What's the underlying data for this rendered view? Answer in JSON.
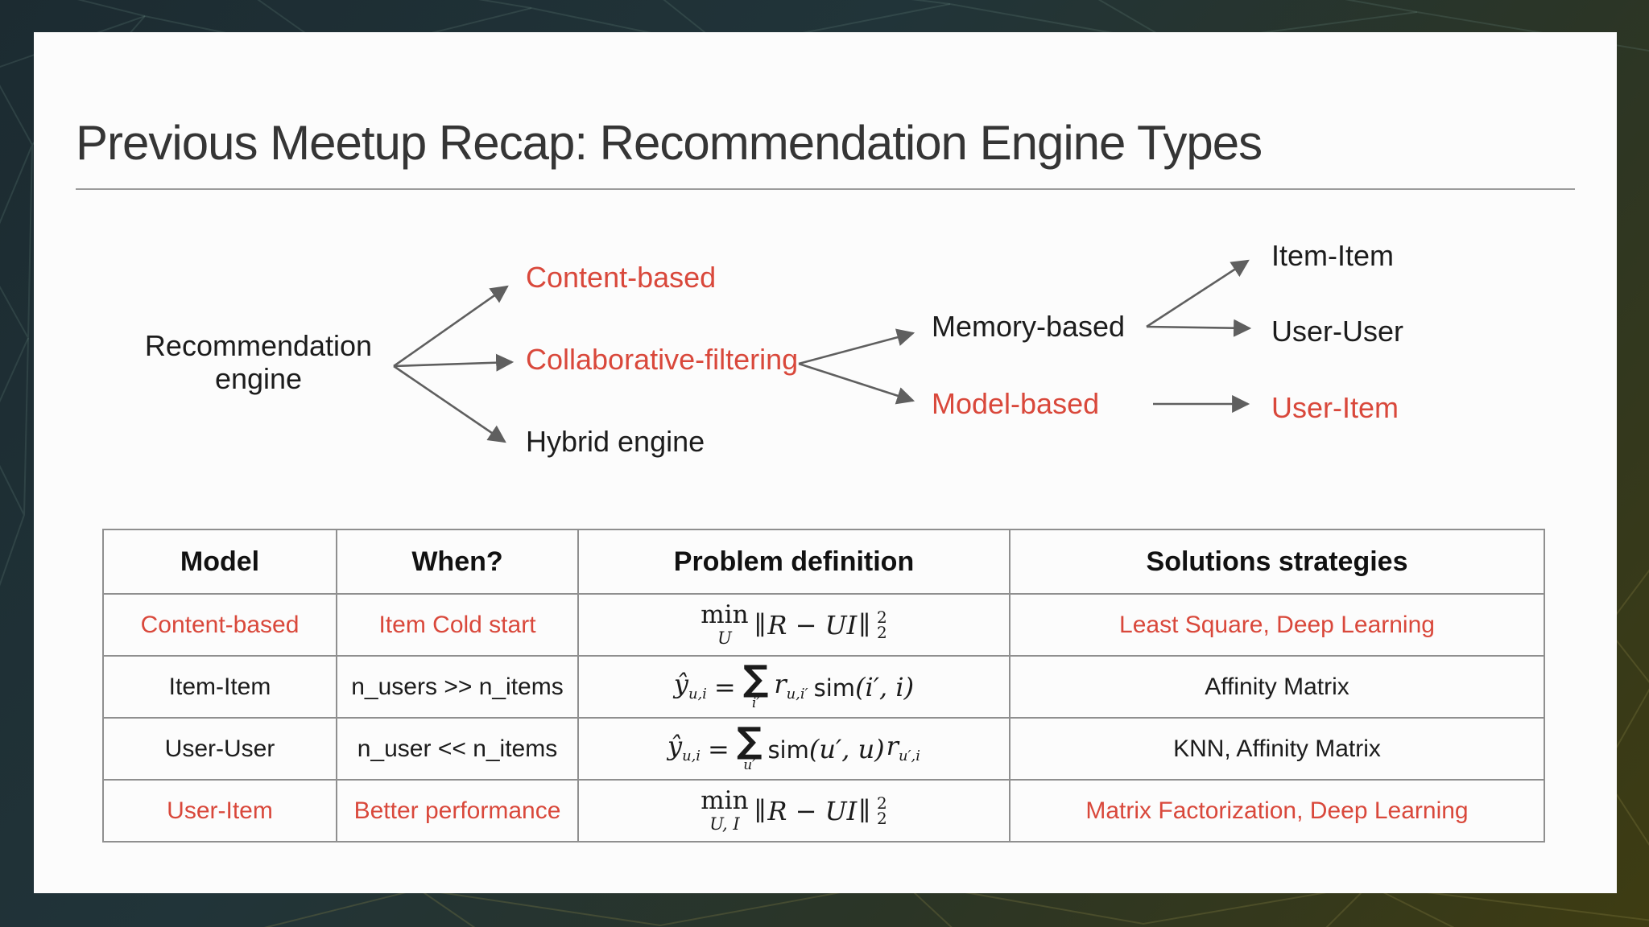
{
  "slide": {
    "title": "Previous Meetup Recap: Recommendation Engine Types"
  },
  "colors": {
    "accent_red": "#d9483b",
    "text_dark": "#1c1c1c",
    "arrow_gray": "#5f5f5f",
    "slide_background": "#fcfcfc",
    "backdrop_teal": "#1c2b31",
    "backdrop_olive": "#3e3c12",
    "table_border": "#8f8f8f"
  },
  "diagram": {
    "root": {
      "line1": "Recommendation",
      "line2": "engine"
    },
    "level1": [
      {
        "label": "Content-based"
      },
      {
        "label": "Collaborative-filtering"
      },
      {
        "label": "Hybrid engine"
      }
    ],
    "level2": [
      {
        "label": "Memory-based"
      },
      {
        "label": "Model-based"
      }
    ],
    "level3": [
      {
        "label": "Item-Item"
      },
      {
        "label": "User-User"
      },
      {
        "label": "User-Item"
      }
    ]
  },
  "table": {
    "headers": [
      "Model",
      "When?",
      "Problem definition",
      "Solutions strategies"
    ],
    "rows": [
      {
        "model": "Content-based",
        "when": "Item Cold start",
        "solution": "Least Square, Deep Learning",
        "formula": {
          "min": "min",
          "min_sub": "U",
          "open": "∥",
          "body": "R − UI",
          "close": "∥",
          "sup": "2",
          "sub": "2"
        }
      },
      {
        "model": "Item-Item",
        "when": "n_users >> n_items",
        "solution": "Affinity Matrix",
        "formula": {
          "lhs": "ŷ",
          "lhs_sub": "u,i",
          "eq": "=",
          "sigma": "∑",
          "sigma_sub": "i′",
          "r": "r",
          "r_sub": "u,i′",
          "fn": "sim",
          "args": "(i′, i)"
        }
      },
      {
        "model": "User-User",
        "when": "n_user << n_items",
        "solution": "KNN, Affinity Matrix",
        "formula": {
          "lhs": "ŷ",
          "lhs_sub": "u,i",
          "eq": "=",
          "sigma": "∑",
          "sigma_sub": "u′",
          "fn": "sim",
          "args": "(u′, u)",
          "r": "r",
          "r_sub": "u′,i"
        }
      },
      {
        "model": "User-Item",
        "when": "Better performance",
        "solution": "Matrix Factorization, Deep Learning",
        "formula": {
          "min": "min",
          "min_sub": "U, I",
          "open": "∥",
          "body": "R − UI",
          "close": "∥",
          "sup": "2",
          "sub": "2"
        }
      }
    ]
  }
}
